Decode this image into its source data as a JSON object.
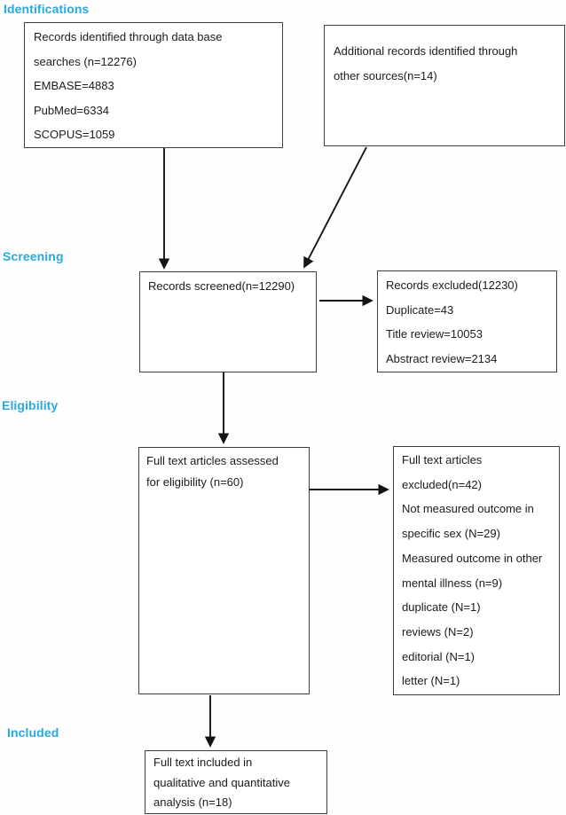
{
  "colors": {
    "accent": "#29a9e1",
    "box-border": "#3f3f3f",
    "ink": "#1b1b1b",
    "arrow": "#141414"
  },
  "labels": {
    "identification": "Identifications",
    "screening": "Screening",
    "eligibility": "Eligibility",
    "included": "Included"
  },
  "boxes": {
    "db_records": {
      "lines": [
        "Records identified through data base",
        "searches (n=12276)",
        "EMBASE=4883",
        "PubMed=6334",
        "SCOPUS=1059"
      ]
    },
    "additional_records": {
      "lines": [
        "Additional records identified through",
        "other sources(n=14)"
      ]
    },
    "screened": {
      "lines": [
        "Records screened(n=12290)"
      ]
    },
    "records_excluded": {
      "lines": [
        "Records excluded(12230)",
        "Duplicate=43",
        "Title review=10053",
        "Abstract review=2134"
      ]
    },
    "fulltext_assessed": {
      "lines": [
        "Full text articles assessed",
        "for eligibility (n=60)"
      ]
    },
    "fulltext_excluded": {
      "lines": [
        "Full text articles",
        "excluded(n=42)",
        "Not measured outcome in",
        "specific sex (N=29)",
        "Measured outcome in other",
        "mental illness (n=9)",
        "duplicate (N=1)",
        "reviews (N=2)",
        "editorial (N=1)",
        "letter (N=1)"
      ]
    },
    "included": {
      "lines": [
        "Full text included in",
        "qualitative and quantitative",
        "analysis (n=18)"
      ]
    }
  }
}
